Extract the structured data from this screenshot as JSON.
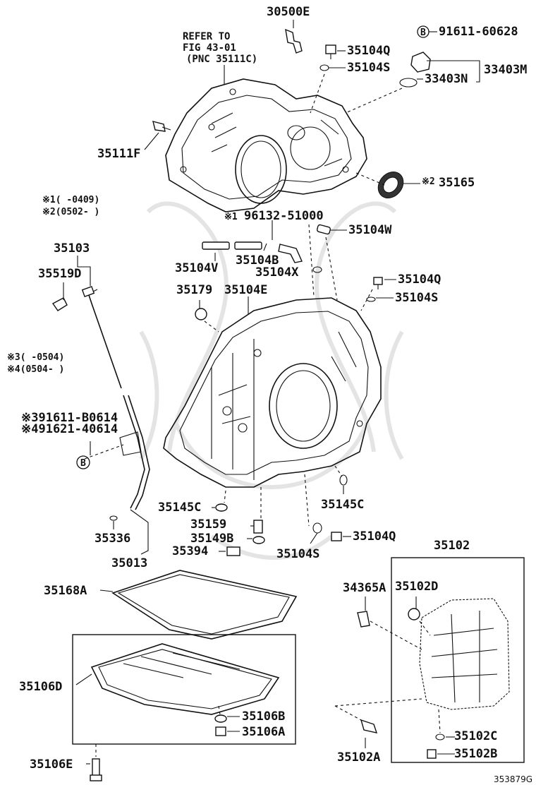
{
  "labels": {
    "l30500E": "30500E",
    "l91611": "91611-60628",
    "l35104Q_a": "35104Q",
    "l35104S_a": "35104S",
    "l33403M": "33403M",
    "l33403N": "33403N",
    "refer1": "REFER TO",
    "refer2": "FIG 43-01",
    "refer3": "(PNC 35111C)",
    "l35111F": "35111F",
    "l35165": "35165",
    "note1": "※1(      -0409)",
    "note2": "※2(0502-      )",
    "l96132": "96132-51000",
    "l35104W": "35104W",
    "l35103": "35103",
    "l35519D": "35519D",
    "l35104V": "35104V",
    "l35104B": "35104B",
    "l35104X": "35104X",
    "l35104Q_b": "35104Q",
    "l35179": "35179",
    "l35104E": "35104E",
    "l35104S_b": "35104S",
    "note3": "※3(      -0504)",
    "note4": "※4(0504-      )",
    "l91611B": "※391611-B0614",
    "l91621": "※491621-40614",
    "l35145C_a": "35145C",
    "l35145C_b": "35145C",
    "l35159": "35159",
    "l35149B": "35149B",
    "l35336": "35336",
    "l35394": "35394",
    "l35104S_c": "35104S",
    "l35104Q_c": "35104Q",
    "l35013": "35013",
    "l35102": "35102",
    "l35168A": "35168A",
    "l34365A": "34365A",
    "l35102D": "35102D",
    "l35106D": "35106D",
    "l35106B": "35106B",
    "l35106A": "35106A",
    "l35106E": "35106E",
    "l35102A": "35102A",
    "l35102C": "35102C",
    "l35102B": "35102B",
    "docnum": "353879G",
    "markB": "B",
    "mark2": "※2",
    "mark1": "※1"
  },
  "icons": [
    "b-circle-marker-icon",
    "bolt-icon",
    "o-ring-icon",
    "oil-seal-icon",
    "plug-icon"
  ]
}
